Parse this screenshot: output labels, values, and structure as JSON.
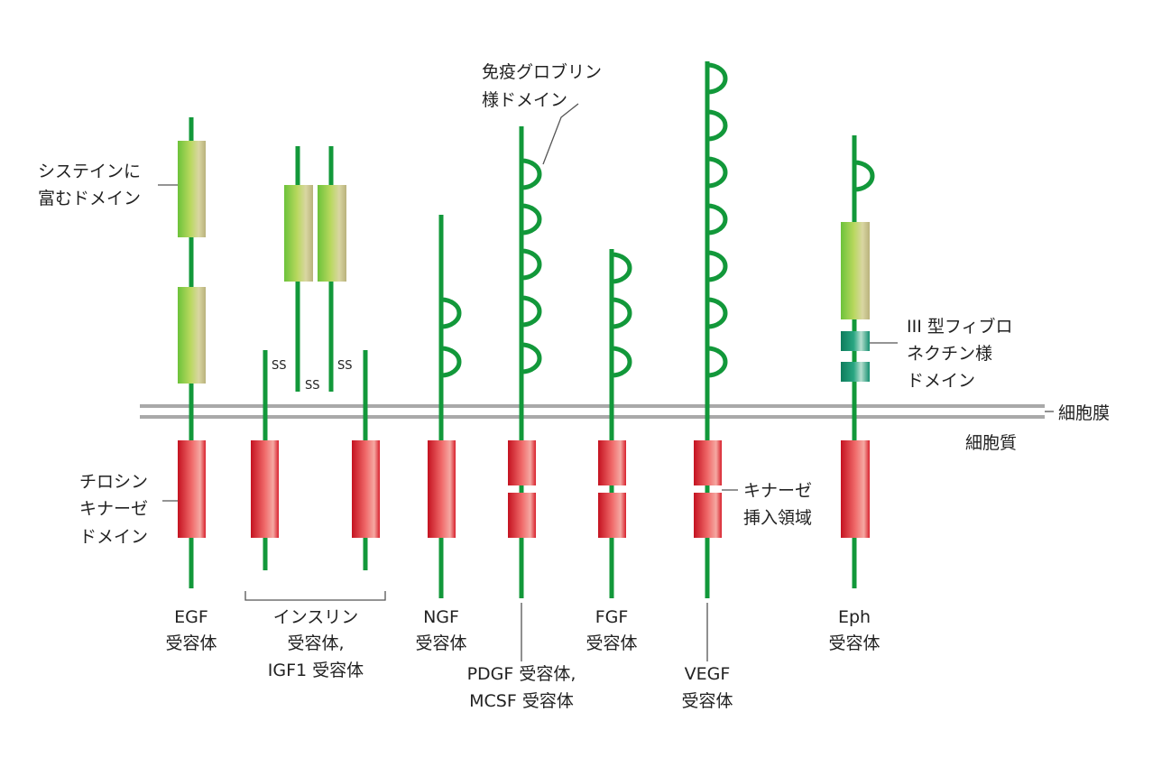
{
  "colors": {
    "stem": "#12983a",
    "cysteine_domain": "#a7c96a",
    "kinase_domain": "#d81f2a",
    "fibronectin_domain": "#1a9a7a",
    "membrane": "#a9a9a9"
  },
  "labels": {
    "cysteine_rich": [
      "システインに",
      "富むドメイン"
    ],
    "ig_like": [
      "免疫グロブリン",
      "様ドメイン"
    ],
    "fibronectin": [
      "III 型フィブロ",
      "ネクチン様",
      "ドメイン"
    ],
    "membrane": "細胞膜",
    "cytoplasm": "細胞質",
    "tyrosine_kinase": [
      "チロシン",
      "キナーゼ",
      "ドメイン"
    ],
    "kinase_insert": [
      "キナーゼ",
      "挿入領域"
    ],
    "disulfide": "SS"
  },
  "receptors": [
    {
      "id": "egf",
      "name": [
        "EGF",
        "受容体"
      ]
    },
    {
      "id": "insulin",
      "name": [
        "インスリン",
        "受容体,",
        "IGF1 受容体"
      ]
    },
    {
      "id": "ngf",
      "name": [
        "NGF",
        "受容体"
      ]
    },
    {
      "id": "pdgf",
      "name": [
        "PDGF 受容体,",
        "MCSF 受容体"
      ]
    },
    {
      "id": "fgf",
      "name": [
        "FGF",
        "受容体"
      ]
    },
    {
      "id": "vegf",
      "name": [
        "VEGF",
        "受容体"
      ]
    },
    {
      "id": "eph",
      "name": [
        "Eph",
        "受容体"
      ]
    }
  ]
}
